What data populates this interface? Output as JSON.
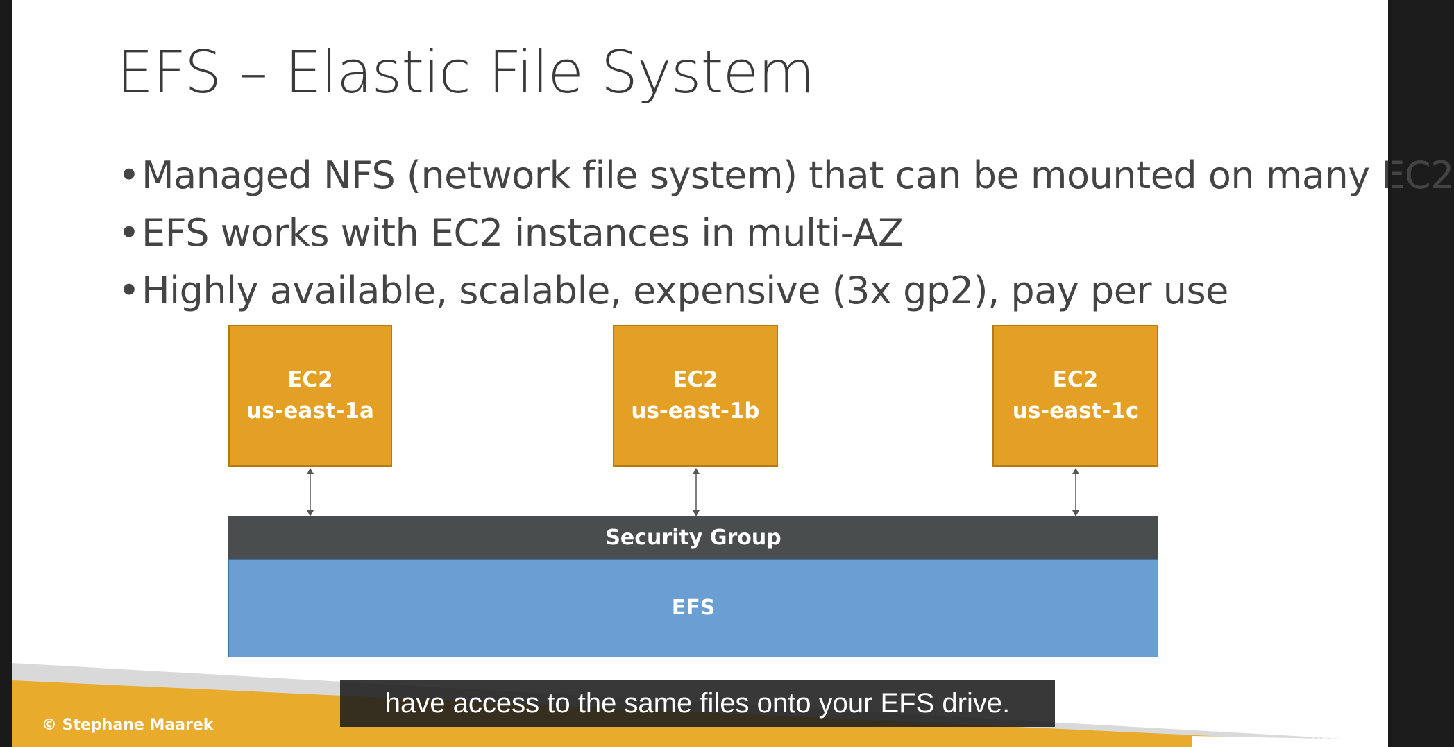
{
  "slide": {
    "title": "EFS – Elastic File System",
    "bullets": [
      "Managed NFS (network file system) that can be mounted on many EC2",
      "EFS works with EC2 instances in multi-AZ",
      "Highly available, scalable, expensive (3x gp2), pay per use"
    ],
    "bullet_glyph": "•",
    "diagram": {
      "instances": [
        {
          "label": "EC2",
          "az": "us-east-1a"
        },
        {
          "label": "EC2",
          "az": "us-east-1b"
        },
        {
          "label": "EC2",
          "az": "us-east-1c"
        }
      ],
      "security_group": "Security Group",
      "storage": "EFS"
    },
    "copyright": "© Stephane Maarek"
  },
  "player": {
    "caption": "have access to the same files onto your EFS drive.",
    "watermark": "Udemy"
  },
  "colors": {
    "ec2_fill": "#e4a024",
    "security_group_fill": "#4a4d4e",
    "efs_fill": "#6b9fd3",
    "footer_gold": "#e8ab2c"
  }
}
